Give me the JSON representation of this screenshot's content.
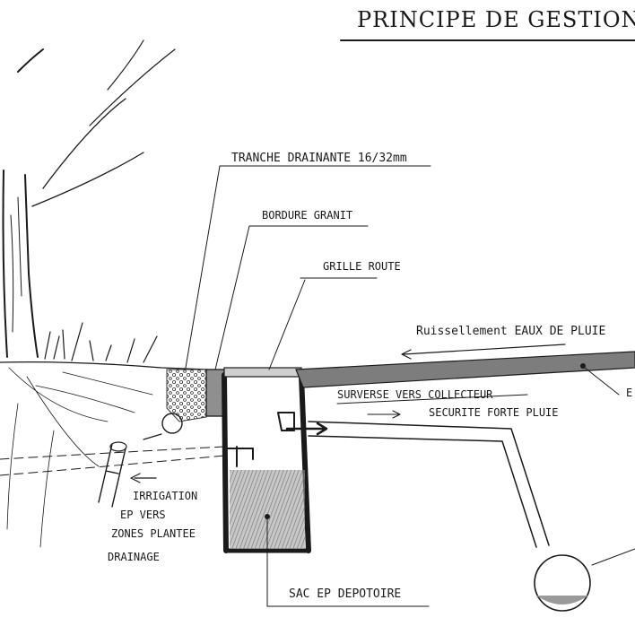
{
  "title": "PRINCIPE DE GESTION DES E",
  "labels": {
    "trench": "TRANCHE DRAINANTE 16/32mm",
    "border": "BORDURE GRANIT",
    "grate": "GRILLE ROUTE",
    "runoff": "Ruissellement EAUX DE PLUIE",
    "overflow": "SURVERSE VERS COLLECTEUR",
    "safety": "SECURITE FORTE PLUIE",
    "irrigation_1": "IRRIGATION",
    "irrigation_2": "EP VERS",
    "irrigation_3": "ZONES PLANTEE",
    "irrigation_4": "DRAINAGE",
    "sump": "SAC EP DEPOTOIRE",
    "edge_mark": "E"
  }
}
